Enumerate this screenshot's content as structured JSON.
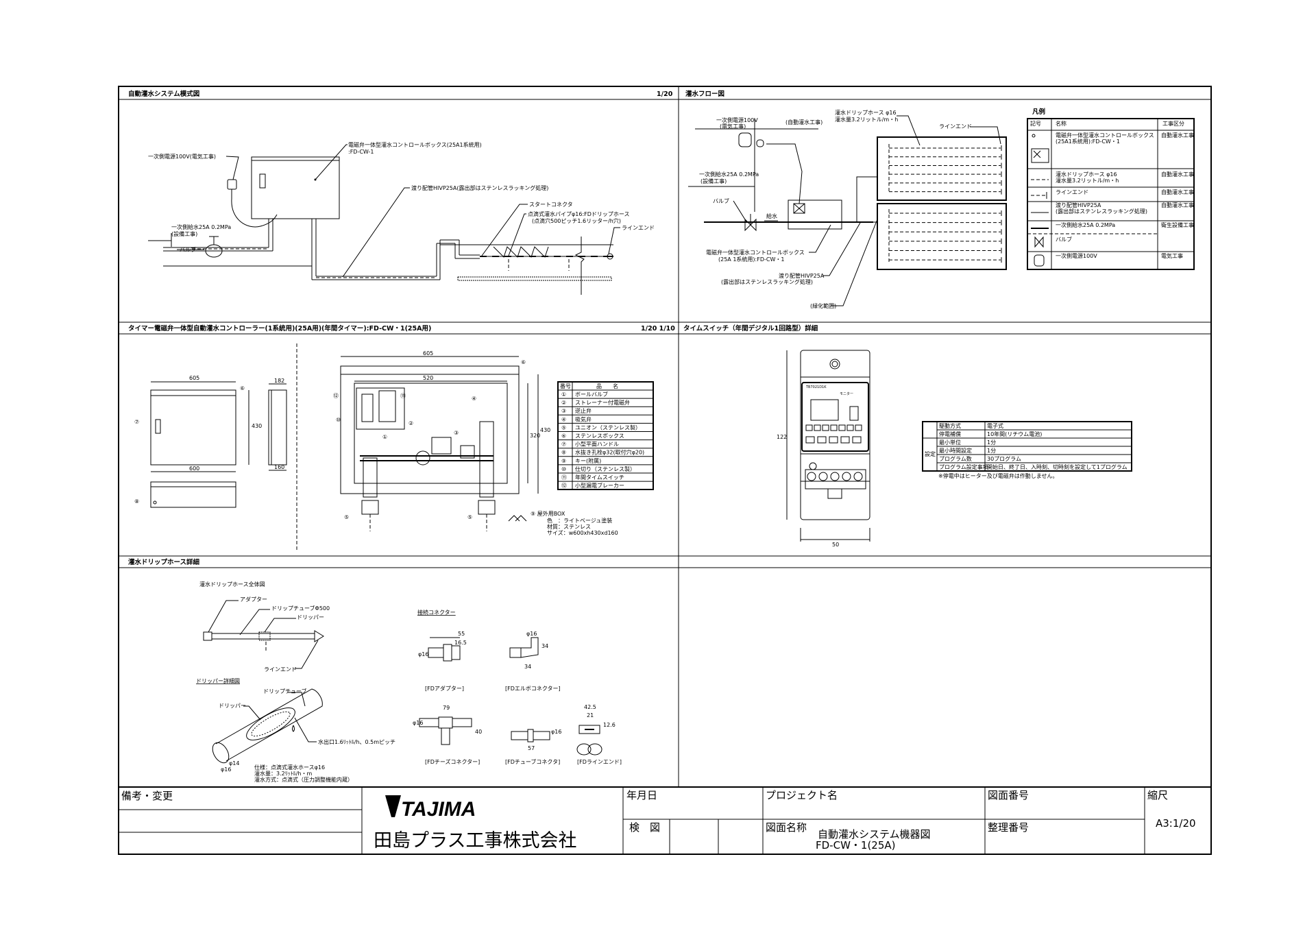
{
  "schematic": {
    "title": "自動灌水システム模式図",
    "scale": "1/20",
    "label_box": "電磁弁一体型灌水コントロールボックス(25A1系統用)",
    "label_box_model": ":FD-CW-1",
    "label_power": "一次側電源100V(電気工事)",
    "label_pipe": "渡り配管HIVP25A(露出部はステンレスラッキング処理)",
    "label_supply": "一次側給水25A 0.2MPa",
    "label_supply_sub": "(設備工事)",
    "label_valve": "バルブ",
    "label_start": "スタートコネクタ",
    "label_drip": "点滴式灌水パイプφ16:FDドリップホース",
    "label_drip_sub": "(点滴穴500ピッチ1.6リッター/h穴)",
    "label_lineend": "ラインエンド"
  },
  "flow": {
    "title": "灌水フロー図",
    "label_power": "一次側電源100V",
    "label_power_sub": "(電気工事)",
    "label_auto": "(自動灌水工事)",
    "label_supply": "一次側給水25A 0.2MPa",
    "label_supply_sub": "(設備工事)",
    "label_valve": "バルブ",
    "label_water": "給水",
    "label_hose": "灌水ドリップホース φ16",
    "label_hose_sub": "灌水量3.2リットル/m・h",
    "label_lineend": "ラインエンド",
    "label_box": "電磁弁一体型灌水コントロールボックス",
    "label_box_sub": "(25A 1系統用):FD-CW・1",
    "label_pipe": "渡り配管HIVP25A",
    "label_pipe_sub": "(露出部はステンレスラッキング処理)",
    "label_green": "(緑化範囲)",
    "legend": {
      "title": "凡例",
      "headers": [
        "記号",
        "名称",
        "工事区分"
      ],
      "rows": [
        {
          "name": "電磁弁一体型灌水コントロールボックス",
          "name2": "(25A1系統用):FD-CW・1",
          "work": "自動灌水工事"
        },
        {
          "name": "灌水ドリップホース φ16",
          "name2": "灌水量3.2リットル/m・h",
          "work": "自動灌水工事"
        },
        {
          "name": "ラインエンド",
          "name2": "",
          "work": "自動灌水工事"
        },
        {
          "name": "渡り配管HIVP25A",
          "name2": "(露出部はステンレスラッキング処理)",
          "work": "自動灌水工事"
        },
        {
          "name": "一次側給水25A 0.2MPa",
          "name2": "",
          "work": "衛生設備工事"
        },
        {
          "name": "バルブ",
          "name2": "",
          "work": ""
        },
        {
          "name": "一次側電源100V",
          "name2": "",
          "work": "電気工事"
        }
      ]
    }
  },
  "controller": {
    "title": "タイマー電磁弁一体型自動灌水コントローラー(1系統用)(25A用)(年間タイマー):FD-CW・1(25A用)",
    "scale": "1/20 1/10",
    "dims": {
      "w605": "605",
      "w600": "600",
      "h430": "430",
      "d182": "182",
      "d160": "160",
      "w520": "520",
      "h320": "320"
    },
    "parts_headers": [
      "番号",
      "品　　名"
    ],
    "parts": [
      {
        "no": "①",
        "name": "ボールバルブ"
      },
      {
        "no": "②",
        "name": "ストレーナー付電磁弁"
      },
      {
        "no": "③",
        "name": "逆止弁"
      },
      {
        "no": "④",
        "name": "吸気弁"
      },
      {
        "no": "⑤",
        "name": "ユニオン（ステンレス製）"
      },
      {
        "no": "⑥",
        "name": "ステンレスボックス"
      },
      {
        "no": "⑦",
        "name": "小型平面ハンドル"
      },
      {
        "no": "⑧",
        "name": "水抜き孔栓φ32(取付穴φ20)"
      },
      {
        "no": "⑨",
        "name": "キー(附属)"
      },
      {
        "no": "⑩",
        "name": "仕切り（ステンレス製）"
      },
      {
        "no": "⑪",
        "name": "年間タイムスイッチ"
      },
      {
        "no": "⑫",
        "name": "小型漏電ブレーカー"
      }
    ],
    "note": [
      "⑨ 屋外用BOX",
      "色　：ライトベージュ塗装",
      "材質：ステンレス",
      "サイズ：w600xh430xd160"
    ]
  },
  "timer": {
    "title": "タイムスイッチ（年間デジタル1回路型）詳細",
    "dim_h": "122",
    "dim_w": "50",
    "device_model": "TB7021D1K",
    "device_monitor": "モニター",
    "specs": [
      {
        "group": "",
        "item": "駆動方式",
        "value": "電子式"
      },
      {
        "group": "",
        "item": "停電補償",
        "value": "10年間(リチウム電池)"
      },
      {
        "group": "設定",
        "item": "最小単位",
        "value": "1分"
      },
      {
        "group": "",
        "item": "最小時間設定",
        "value": "1分"
      },
      {
        "group": "",
        "item": "プログラム数",
        "value": "30プログラム"
      },
      {
        "group": "",
        "item": "プログラム設定事項",
        "value": "開始日、終了日、入時刻、切時刻を設定して1プログラム"
      }
    ],
    "note": "※停電中はヒーター及び電磁弁は作動しません。"
  },
  "drip": {
    "title": "灌水ドリップホース詳細",
    "overall_title": "灌水ドリップホース全体図",
    "label_adapter": "アダプター",
    "label_tube": "ドリップチューブΦ500",
    "label_dripper": "ドリッパー",
    "label_lineend": "ラインエンド",
    "detail_title": "ドリッパー詳細図",
    "detail_tube": "ドリップチューブ",
    "detail_dripper": "ドリッパー",
    "detail_outlet": "水出口1.6ﾘｯﾄﾙ/h、0.5mピッチ",
    "phi14": "φ14",
    "phi16": "φ16",
    "spec": [
      "仕様：点滴式灌水ホースφ16",
      "灌水量：3.2ﾘｯﾄﾙ/h・m",
      "灌水方式：点滴式（圧力調整機能内蔵）"
    ],
    "connectors_title": "接続コネクター",
    "connectors": [
      {
        "name": "[FDアダプター]",
        "dims": [
          "55",
          "16.5",
          "φ16"
        ]
      },
      {
        "name": "[FDエルボコネクター]",
        "dims": [
          "φ16",
          "34",
          "34"
        ]
      },
      {
        "name": "[FDチーズコネクター]",
        "dims": [
          "79",
          "40",
          "φ16"
        ]
      },
      {
        "name": "[FDチューブコネクタ]",
        "dims": [
          "57",
          "φ16"
        ]
      },
      {
        "name": "[FDラインエンド]",
        "dims": [
          "42.5",
          "21",
          "12.6"
        ]
      }
    ]
  },
  "title_block": {
    "remarks": "備考・変更",
    "logo": "TAJIMA",
    "company": "田島プラス工事株式会社",
    "date_label": "年月日",
    "check_label": "検　図",
    "project_label": "プロジェクト名",
    "drawing_name_label": "図面名称",
    "drawing_name": "自動灌水システム機器図",
    "drawing_model": "FD-CW・1(25A)",
    "drawing_no_label": "図面番号",
    "ref_no_label": "整理番号",
    "scale_label": "縮尺",
    "scale": "A3:1/20"
  }
}
